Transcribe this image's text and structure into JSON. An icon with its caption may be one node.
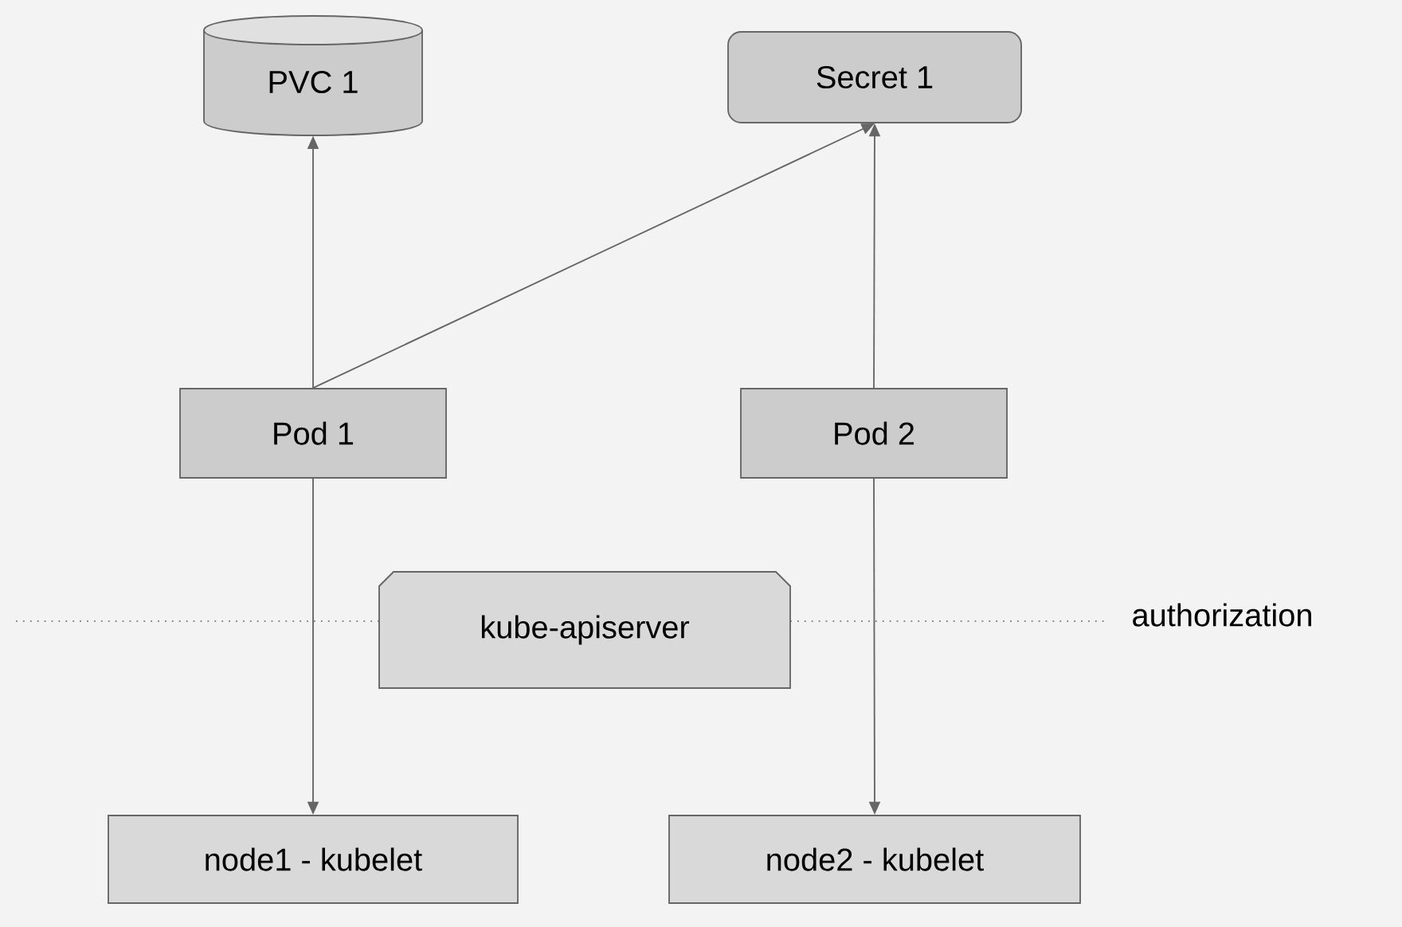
{
  "diagram": {
    "nodes": [
      {
        "text": [
          "PVC 1"
        ]
      },
      {
        "text": [
          "Secret 1"
        ]
      },
      {
        "text": [
          "Pod 1"
        ]
      },
      {
        "text": [
          "Pod 2"
        ]
      },
      {
        "text": [
          "kube-apiserver"
        ]
      },
      {
        "text": [
          "node1 - kubelet"
        ]
      },
      {
        "text": [
          "node2 - kubelet"
        ]
      }
    ],
    "edges": [
      {
        "from": 2,
        "to": 0,
        "arrow": "to"
      },
      {
        "from": 2,
        "to": 1,
        "arrow": "to"
      },
      {
        "from": 3,
        "to": 1,
        "arrow": "to"
      },
      {
        "from": 2,
        "to": 5,
        "arrow": "to"
      },
      {
        "from": 3,
        "to": 6,
        "arrow": "to"
      }
    ],
    "labels": [
      "authorization"
    ]
  }
}
